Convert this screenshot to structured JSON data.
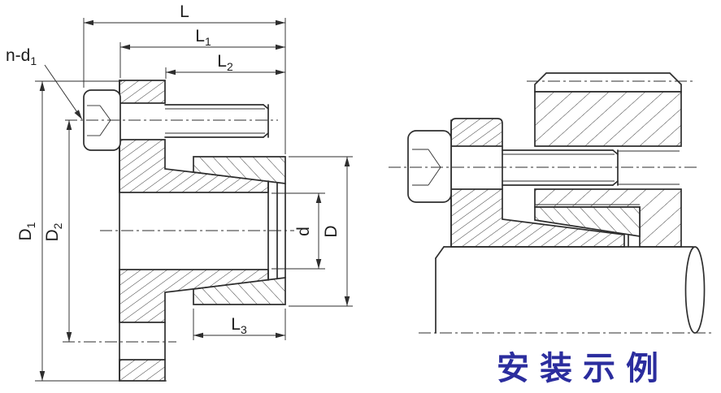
{
  "caption": {
    "text": "安装示例",
    "color": "#2b2d9e"
  },
  "colors": {
    "line": "#2e2e2e",
    "paper": "#ffffff"
  },
  "dimensions": {
    "L": {
      "main": "L",
      "sub": ""
    },
    "L1": {
      "main": "L",
      "sub": "1"
    },
    "L2": {
      "main": "L",
      "sub": "2"
    },
    "L3": {
      "main": "L",
      "sub": "3"
    },
    "D1": {
      "main": "D",
      "sub": "1"
    },
    "D2": {
      "main": "D",
      "sub": "2"
    },
    "d": {
      "main": "d",
      "sub": ""
    },
    "D": {
      "main": "D",
      "sub": ""
    },
    "n_d1": {
      "main": "n-d",
      "sub": "1"
    }
  }
}
